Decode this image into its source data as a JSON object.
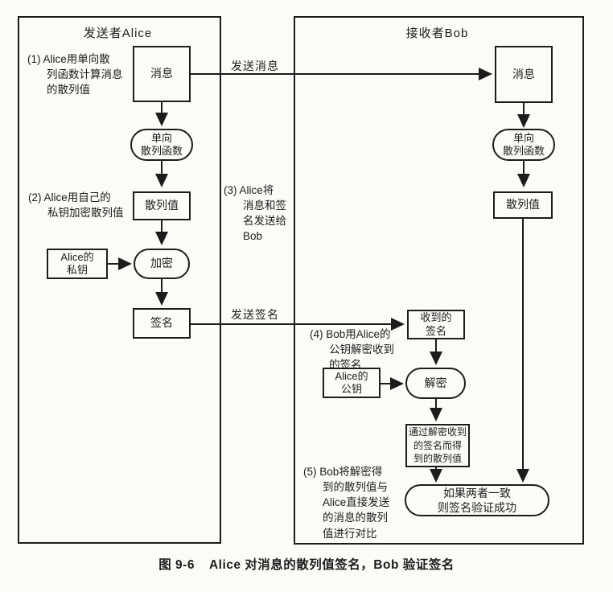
{
  "colors": {
    "line": "#1c1c1c",
    "background": "#fcfbf8"
  },
  "sender_panel": {
    "title": "发送者Alice",
    "step1": "(1) Alice用单向散\n列函数计算消息\n的散列值",
    "step2": "(2) Alice用自己的\n私钥加密散列值",
    "nodes": {
      "message": "消息",
      "hash_fn": "单向\n散列函数",
      "hash_value": "散列值",
      "private_key": "Alice的\n私钥",
      "encrypt": "加密",
      "signature": "签名"
    }
  },
  "receiver_panel": {
    "title": "接收者Bob",
    "step4": "(4) Bob用Alice的\n公钥解密收到\n的签名",
    "step5": "(5) Bob将解密得\n到的散列值与\nAlice直接发送\n的消息的散列\n值进行对比",
    "nodes": {
      "message": "消息",
      "hash_fn": "单向\n散列函数",
      "hash_value": "散列值",
      "received_signature": "收到的\n签名",
      "public_key": "Alice的\n公钥",
      "decrypt": "解密",
      "decrypted_hash": "通过解密收到\n的签名而得\n到的散列值",
      "verify_result": "如果两者一致\n则签名验证成功"
    }
  },
  "transfer": {
    "send_message": "发送消息",
    "send_signature": "发送签名",
    "step3": "(3) Alice将\n消息和签\n名发送给\nBob"
  },
  "caption": {
    "figure": "图 9-6",
    "text": "Alice 对消息的散列值签名，Bob 验证签名"
  }
}
